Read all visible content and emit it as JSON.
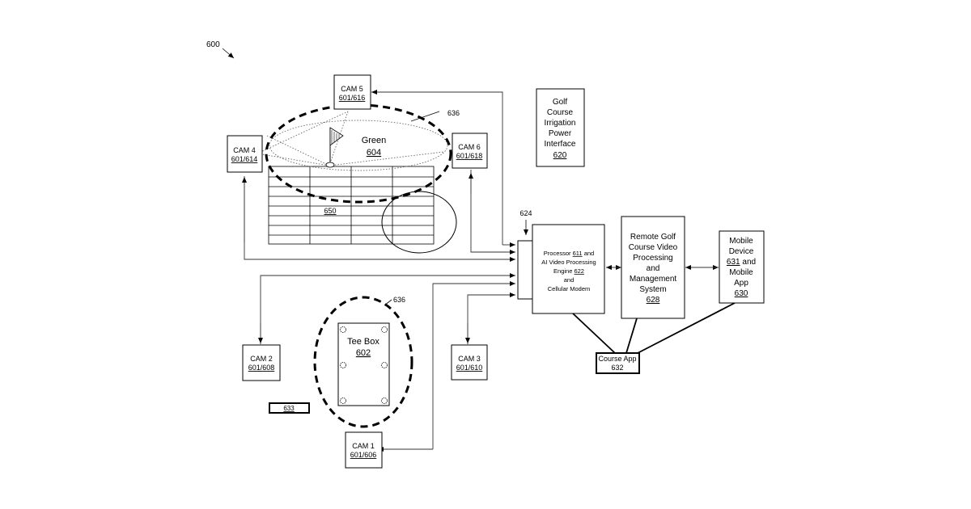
{
  "figure_ref": "600",
  "cams": {
    "cam1": {
      "name": "CAM 1",
      "ref": "601/606"
    },
    "cam2": {
      "name": "CAM 2",
      "ref": "601/608"
    },
    "cam3": {
      "name": "CAM 3",
      "ref": "601/610"
    },
    "cam4": {
      "name": "CAM 4",
      "ref": "601/614"
    },
    "cam5": {
      "name": "CAM 5",
      "ref": "601/616"
    },
    "cam6": {
      "name": "CAM 6",
      "ref": "601/618"
    }
  },
  "green": {
    "label": "Green",
    "ref": "604",
    "zone_ref": "636"
  },
  "grid_ref": "650",
  "tee_box": {
    "label": "Tee Box",
    "ref": "602",
    "zone_ref": "636"
  },
  "irrigation": {
    "l1": "Golf",
    "l2": "Course",
    "l3": "Irrigation",
    "l4": "Power",
    "l5": "Interface",
    "ref": "620"
  },
  "processor": {
    "pointer_ref": "624",
    "l1a": "Processor ",
    "l1ref": "611",
    "l1b": " and",
    "l2": "AI Video Processing",
    "l3a": "Engine ",
    "l3ref": "622",
    "l4": "and",
    "l5": "Cellular Modem"
  },
  "remote": {
    "l1": "Remote Golf",
    "l2": "Course Video",
    "l3": "Processing",
    "l4": "and",
    "l5": "Management",
    "l6": "System",
    "ref": "628"
  },
  "mobile": {
    "l1": "Mobile",
    "l2": "Device",
    "l3ref": "631",
    "l3b": " and",
    "l4": "Mobile",
    "l5": "App",
    "ref": "630"
  },
  "course_app": {
    "label": "Course App",
    "ref": "632"
  },
  "item_633": "633"
}
